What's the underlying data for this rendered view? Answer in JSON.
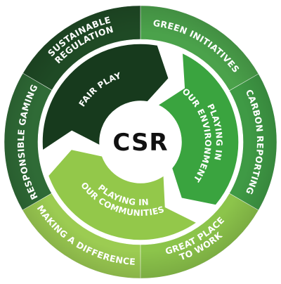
{
  "center": {
    "label": "CSR"
  },
  "outer_ring": {
    "segments": [
      {
        "lines": [
          "SUSTAINABLE",
          "REGULATION"
        ],
        "color": "#1f4a25"
      },
      {
        "lines": [
          "GREEN INITIATIVES"
        ],
        "color": "#4ba24b"
      },
      {
        "lines": [
          "CARBON REPORTING"
        ],
        "color": "#3f9a45"
      },
      {
        "lines": [
          "GREAT PLACE",
          "TO WORK"
        ],
        "color": "#8cc44b"
      },
      {
        "lines": [
          "MAKING A DIFFERENCE"
        ],
        "color": "#9ccc52"
      },
      {
        "lines": [
          "RESPONSIBLE GAMING"
        ],
        "color": "#2f6b36"
      }
    ]
  },
  "inner_ring": {
    "segments": [
      {
        "lines": [
          "FAIR PLAY"
        ],
        "color": "#173a1d"
      },
      {
        "lines": [
          "PLAYING IN",
          "OUR ENVIRONMENT"
        ],
        "color": "#3aa43f"
      },
      {
        "lines": [
          "PLAYING IN",
          "OUR COMMUNITIES"
        ],
        "color": "#93c84a"
      }
    ]
  }
}
